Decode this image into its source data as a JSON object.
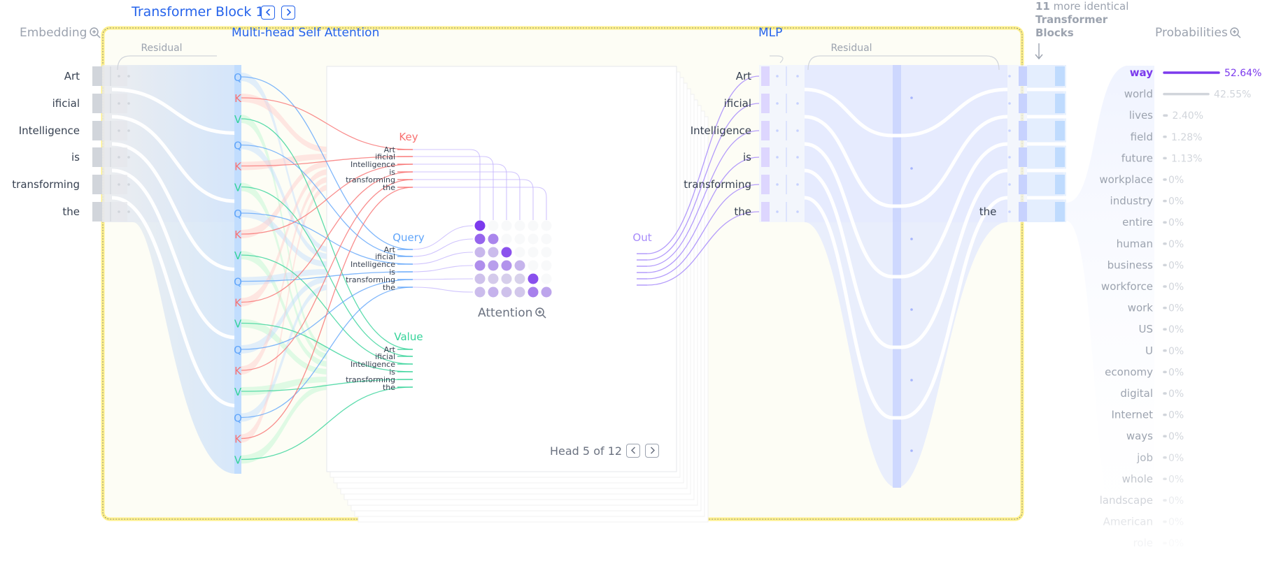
{
  "block": {
    "title": "Transformer Block 1",
    "prev_icon": "chevron-left-icon",
    "next_icon": "chevron-right-icon"
  },
  "sections": {
    "embedding": "Embedding",
    "mhsa": "Multi-head Self Attention",
    "mlp": "MLP",
    "probabilities": "Probabilities",
    "residual_left": "Residual",
    "residual_right": "Residual"
  },
  "tokens": [
    "Art",
    "ificial",
    "Intelligence",
    "is",
    "transforming",
    "the"
  ],
  "qkv_labels": {
    "q": "Q",
    "k": "K",
    "v": "V"
  },
  "attention": {
    "key_title": "Key",
    "query_title": "Query",
    "value_title": "Value",
    "out_label": "Out",
    "matrix_label": "Attention",
    "head_text": "Head 5 of 12",
    "matrix": [
      [
        1.0,
        0,
        0,
        0,
        0,
        0
      ],
      [
        0.62,
        0.38,
        0,
        0,
        0,
        0
      ],
      [
        0.12,
        0.1,
        0.78,
        0,
        0,
        0
      ],
      [
        0.33,
        0.24,
        0.3,
        0.13,
        0,
        0
      ],
      [
        0.08,
        0.05,
        0.04,
        0.03,
        0.8,
        0
      ],
      [
        0.1,
        0.14,
        0.08,
        0.06,
        0.42,
        0.2
      ]
    ]
  },
  "more_blocks": {
    "count": "11",
    "text": "more identical",
    "line2": "Transformer",
    "line3": "Blocks"
  },
  "last_token": "the",
  "predictions": [
    {
      "word": "way",
      "pct": "52.64%",
      "value": 52.64
    },
    {
      "word": "world",
      "pct": "42.55%",
      "value": 42.55
    },
    {
      "word": "lives",
      "pct": "2.40%",
      "value": 2.4
    },
    {
      "word": "field",
      "pct": "1.28%",
      "value": 1.28
    },
    {
      "word": "future",
      "pct": "1.13%",
      "value": 1.13
    },
    {
      "word": "workplace",
      "pct": "0%",
      "value": 0
    },
    {
      "word": "industry",
      "pct": "0%",
      "value": 0
    },
    {
      "word": "entire",
      "pct": "0%",
      "value": 0
    },
    {
      "word": "human",
      "pct": "0%",
      "value": 0
    },
    {
      "word": "business",
      "pct": "0%",
      "value": 0
    },
    {
      "word": "workforce",
      "pct": "0%",
      "value": 0
    },
    {
      "word": "work",
      "pct": "0%",
      "value": 0
    },
    {
      "word": "US",
      "pct": "0%",
      "value": 0
    },
    {
      "word": "U",
      "pct": "0%",
      "value": 0
    },
    {
      "word": "economy",
      "pct": "0%",
      "value": 0
    },
    {
      "word": "digital",
      "pct": "0%",
      "value": 0
    },
    {
      "word": "Internet",
      "pct": "0%",
      "value": 0
    },
    {
      "word": "ways",
      "pct": "0%",
      "value": 0
    },
    {
      "word": "job",
      "pct": "0%",
      "value": 0
    },
    {
      "word": "whole",
      "pct": "0%",
      "value": 0
    },
    {
      "word": "landscape",
      "pct": "0%",
      "value": 0
    },
    {
      "word": "American",
      "pct": "0%",
      "value": 0
    },
    {
      "word": "role",
      "pct": "0%",
      "value": 0
    }
  ],
  "colors": {
    "block_title": "#2563eb",
    "query": "#60a5fa",
    "key": "#f87171",
    "value": "#34d399",
    "attention": "#7c3aed",
    "highlight_word": "#7c3aed",
    "block_border": "#fef08a"
  },
  "icons": {
    "zoom": "zoom-in-icon",
    "down_arrow": "arrow-down-icon",
    "head_prev": "chevron-left-icon",
    "head_next": "chevron-right-icon"
  }
}
